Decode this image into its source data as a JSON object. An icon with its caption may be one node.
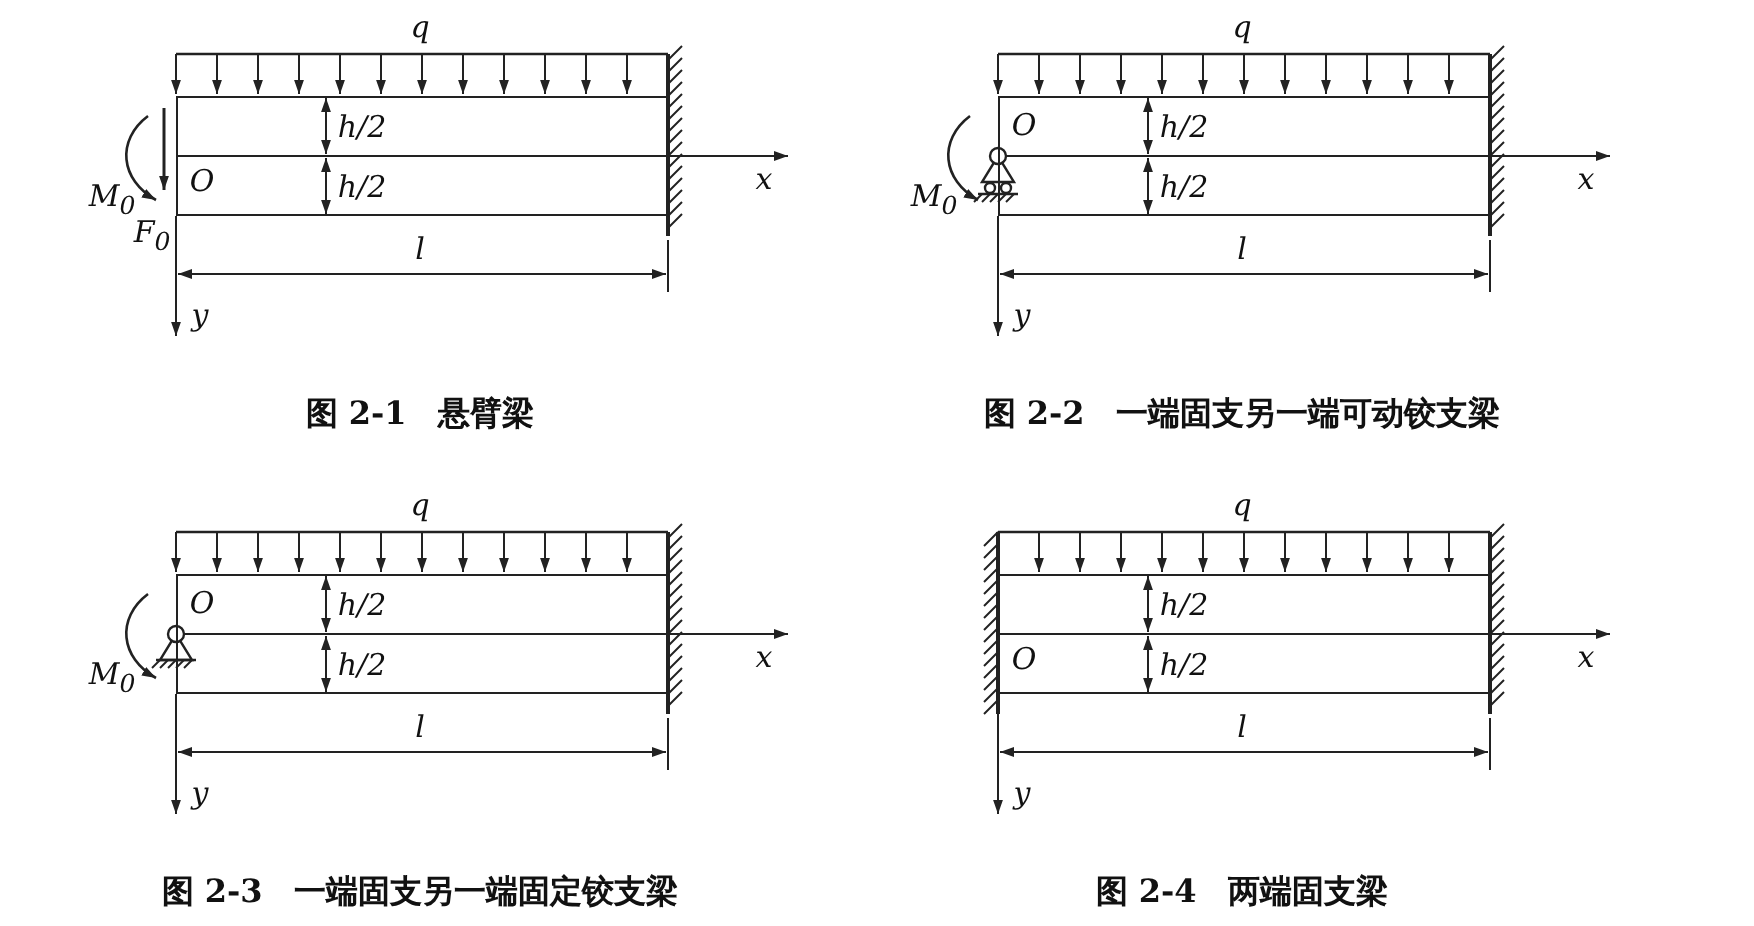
{
  "diagram": {
    "nodes": [
      {
        "text": [
          "h/2",
          "O",
          "h/2"
        ]
      },
      {
        "text": [
          "O",
          "h/2",
          "h/2"
        ]
      },
      {
        "text": [
          "O",
          "h/2",
          "h/2"
        ]
      },
      {
        "text": [
          "h/2",
          "O",
          "h/2"
        ]
      }
    ],
    "labels": [
      "q",
      "M$_{0}$",
      "F$_{0}$",
      "x",
      "l",
      "y",
      "图 2-1　悬臂梁",
      "q",
      "M$_{0}$",
      "x",
      "l",
      "y",
      "图 2-2　一端固支另一端可动铰支梁",
      "q",
      "M$_{0}$",
      "x",
      "l",
      "y",
      "图 2-3　一端固支另一端固定铰支梁",
      "q",
      "x",
      "l",
      "y",
      "图 2-4　两端固支梁"
    ]
  }
}
